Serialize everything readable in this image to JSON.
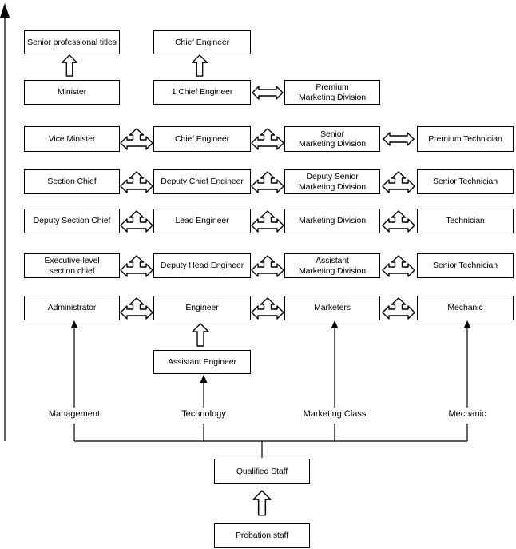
{
  "diagram_type": "career-ladder-org-chart",
  "colors": {
    "ink": "#000000",
    "background": "#ffffff",
    "box_fill": "#ffffff"
  },
  "grid": {
    "rows": [
      {
        "cells": [
          {
            "col": 0,
            "text": "Senior professional titles"
          },
          {
            "col": 1,
            "text": "Chief Engineer"
          }
        ],
        "connectors": []
      },
      {
        "cells": [
          {
            "col": 0,
            "text": "Minister"
          },
          {
            "col": 1,
            "text": "1 Chief Engineer"
          },
          {
            "col": 2,
            "text": "Premium\nMarketing Division"
          }
        ],
        "connectors": [
          {
            "between": [
              1,
              2
            ],
            "type": "two-way"
          }
        ]
      },
      {
        "cells": [
          {
            "col": 0,
            "text": "Vice Minister"
          },
          {
            "col": 1,
            "text": "Chief Engineer"
          },
          {
            "col": 2,
            "text": "Senior\nMarketing Division"
          },
          {
            "col": 3,
            "text": "Premium Technician"
          }
        ],
        "connectors": [
          {
            "between": [
              0,
              1
            ],
            "type": "three-way"
          },
          {
            "between": [
              1,
              2
            ],
            "type": "three-way"
          },
          {
            "between": [
              2,
              3
            ],
            "type": "two-way"
          }
        ]
      },
      {
        "cells": [
          {
            "col": 0,
            "text": "Section Chief"
          },
          {
            "col": 1,
            "text": "Deputy Chief Engineer"
          },
          {
            "col": 2,
            "text": "Deputy Senior\nMarketing Division"
          },
          {
            "col": 3,
            "text": "Senior Technician"
          }
        ],
        "connectors": [
          {
            "between": [
              0,
              1
            ],
            "type": "three-way"
          },
          {
            "between": [
              1,
              2
            ],
            "type": "three-way"
          },
          {
            "between": [
              2,
              3
            ],
            "type": "three-way"
          }
        ]
      },
      {
        "cells": [
          {
            "col": 0,
            "text": "Deputy Section Chief"
          },
          {
            "col": 1,
            "text": "Lead Engineer"
          },
          {
            "col": 2,
            "text": "Marketing Division"
          },
          {
            "col": 3,
            "text": "Technician"
          }
        ],
        "connectors": [
          {
            "between": [
              0,
              1
            ],
            "type": "three-way"
          },
          {
            "between": [
              1,
              2
            ],
            "type": "three-way"
          },
          {
            "between": [
              2,
              3
            ],
            "type": "three-way"
          }
        ]
      },
      {
        "cells": [
          {
            "col": 0,
            "text": "Executive-level\nsection chief"
          },
          {
            "col": 1,
            "text": "Deputy Head Engineer"
          },
          {
            "col": 2,
            "text": "Assistant\nMarketing Division"
          },
          {
            "col": 3,
            "text": "Senior Technician"
          }
        ],
        "connectors": [
          {
            "between": [
              0,
              1
            ],
            "type": "three-way"
          },
          {
            "between": [
              1,
              2
            ],
            "type": "three-way"
          },
          {
            "between": [
              2,
              3
            ],
            "type": "three-way"
          }
        ]
      },
      {
        "cells": [
          {
            "col": 0,
            "text": "Administrator"
          },
          {
            "col": 1,
            "text": "Engineer"
          },
          {
            "col": 2,
            "text": "Marketers"
          },
          {
            "col": 3,
            "text": "Mechanic"
          }
        ],
        "connectors": [
          {
            "between": [
              0,
              1
            ],
            "type": "three-way"
          },
          {
            "between": [
              1,
              2
            ],
            "type": "three-way"
          },
          {
            "between": [
              2,
              3
            ],
            "type": "three-way"
          }
        ]
      }
    ]
  },
  "assistant_box": {
    "text": "Assistant Engineer"
  },
  "tracks": [
    {
      "label": "Management"
    },
    {
      "label": "Technology"
    },
    {
      "label": "Marketing Class"
    },
    {
      "label": "Mechanic"
    }
  ],
  "bottom": {
    "qualified": "Qualified Staff",
    "probation": "Probation staff"
  },
  "icons": {
    "three_way": "three-way-arrow",
    "two_way": "two-way-arrow",
    "promotion_up": "up-arrow",
    "axis": "axis-up-arrow"
  }
}
